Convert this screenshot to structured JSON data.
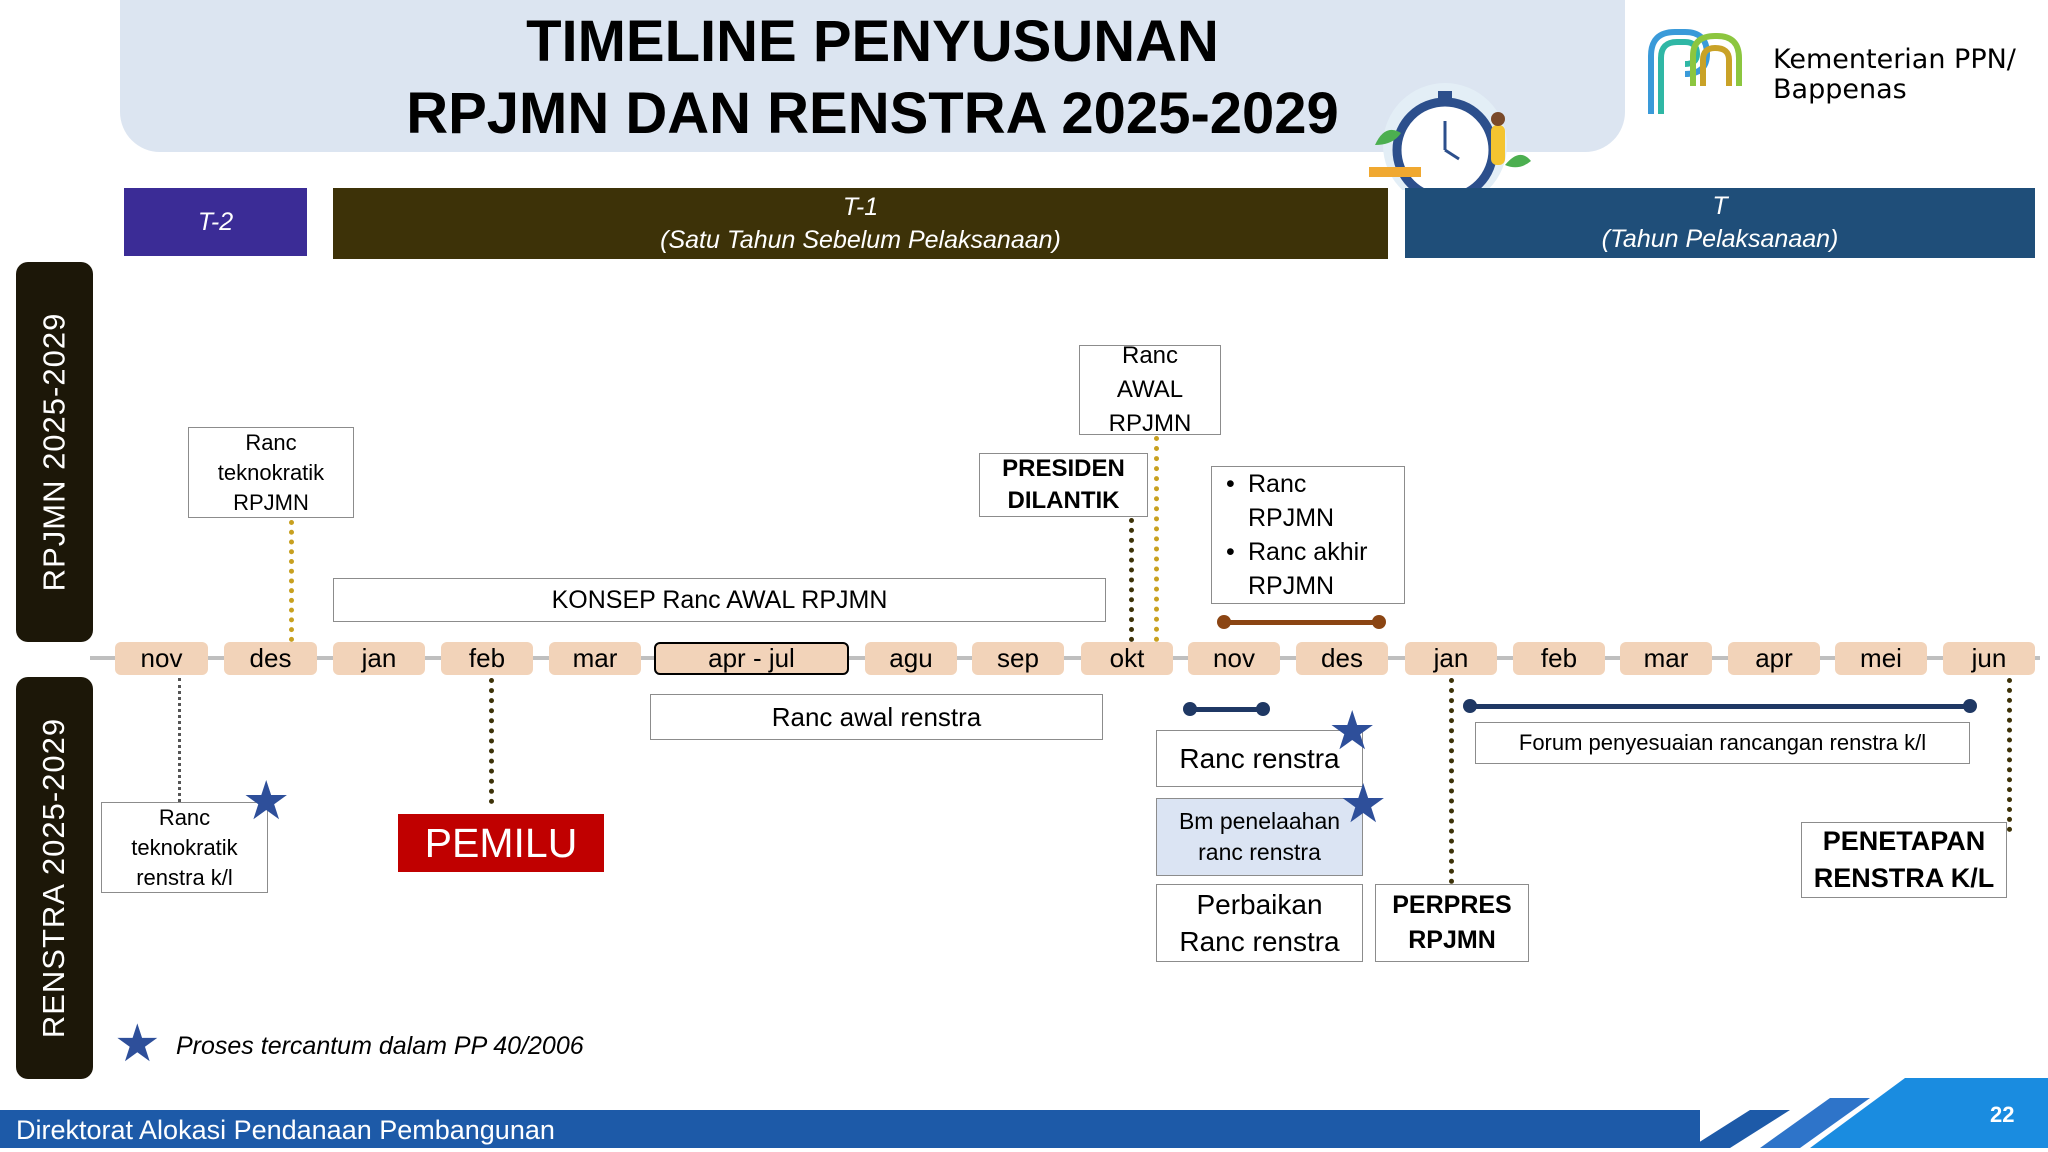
{
  "title": {
    "line1": "TIMELINE PENYUSUNAN",
    "line2": "RPJMN DAN RENSTRA 2025-2029"
  },
  "logo": {
    "line1": "Kementerian PPN/",
    "line2": "Bappenas"
  },
  "phases": {
    "t2": {
      "label": "T-2"
    },
    "t1": {
      "label": "T-1",
      "sub": "(Satu Tahun Sebelum Pelaksanaan)"
    },
    "t": {
      "label": "T",
      "sub": "(Tahun Pelaksanaan)"
    }
  },
  "side_labels": {
    "top": "RPJMN 2025-2029",
    "bottom": "RENSTRA 2025-2029"
  },
  "months": [
    "nov",
    "des",
    "jan",
    "feb",
    "mar",
    "apr - jul",
    "agu",
    "sep",
    "okt",
    "nov",
    "des",
    "jan",
    "feb",
    "mar",
    "apr",
    "mei",
    "jun"
  ],
  "rpjmn": {
    "ranc_teknokratik": [
      "Ranc",
      "teknokratik",
      "RPJMN"
    ],
    "konsep": "KONSEP Ranc AWAL RPJMN",
    "presiden": [
      "PRESIDEN",
      "DILANTIK"
    ],
    "ranc_awal": [
      "Ranc",
      "AWAL",
      "RPJMN"
    ],
    "bullets": [
      "Ranc RPJMN",
      "Ranc akhir RPJMN"
    ]
  },
  "renstra": {
    "ranc_teknokratik": [
      "Ranc",
      "teknokratik",
      "renstra k/l"
    ],
    "pemilu": "PEMILU",
    "ranc_awal": "Ranc awal renstra",
    "ranc": "Ranc renstra",
    "bm": [
      "Bm penelaahan",
      "ranc renstra"
    ],
    "perbaikan": [
      "Perbaikan",
      "Ranc renstra"
    ],
    "perpres": [
      "PERPRES",
      "RPJMN"
    ],
    "forum": "Forum  penyesuaian rancangan renstra k/l",
    "penetapan": [
      "PENETAPAN",
      "RENSTRA K/L"
    ]
  },
  "legend": {
    "text": "Proses tercantum dalam PP 40/2006"
  },
  "footer": {
    "text": "Direktorat Alokasi Pendanaan Pembangunan",
    "page": "22"
  },
  "colors": {
    "t2": "#3b2c96",
    "t1": "#3d3208",
    "t": "#1f4e79",
    "month": "#f2d3b9",
    "star": "#2e4f9a",
    "pemilu": "#c00000",
    "footer": "#1d5aa8"
  }
}
